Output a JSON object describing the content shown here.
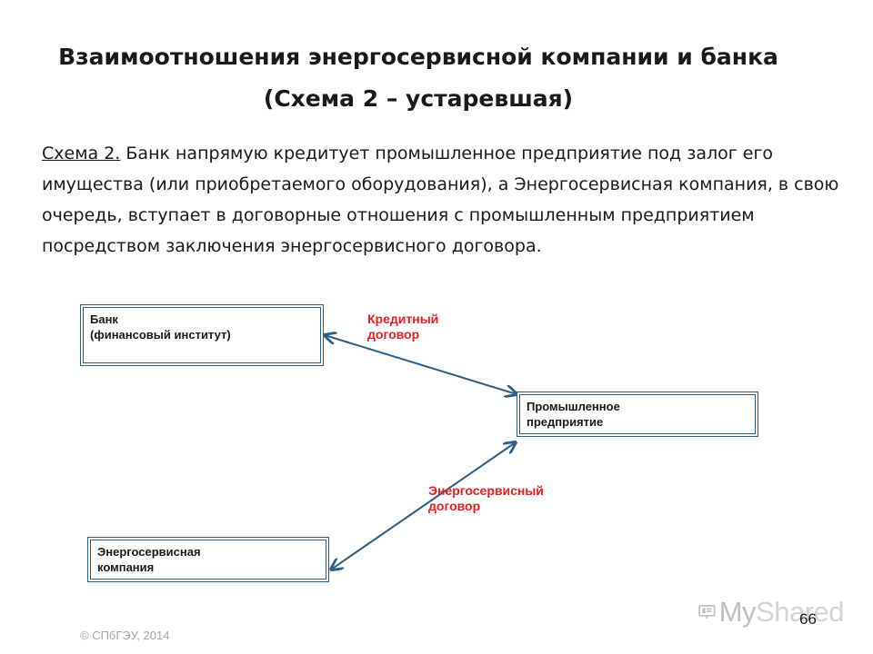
{
  "slide": {
    "title_line1": "Взаимоотношения энергосервисной компании и банка",
    "title_line2": "(Схема 2 – устаревшая)",
    "intro_label": "Схема 2.",
    "intro_text": " Банк напрямую кредитует промышленное предприятие под залог его имущества (или приобретаемого оборудования), а Энергосервисная компания, в свою очередь, вступает в договорные отношения с промышленным предприятием посредством заключения энергосервисного договора."
  },
  "diagram": {
    "nodes": {
      "bank": {
        "line1": "Банк",
        "line2": "(финансовый институт)"
      },
      "enterprise": {
        "line1": "Промышленное",
        "line2": "предприятие"
      },
      "esco": {
        "line1": "Энергосервисная",
        "line2": "компания"
      }
    },
    "edges": {
      "credit": {
        "line1": "Кредитный",
        "line2": "договор"
      },
      "energy": {
        "line1": "Энергосервисный",
        "line2": "договор"
      }
    },
    "colors": {
      "box_border": "#2e5f87",
      "arrow": "#2e5f87",
      "edge_label": "#e02020"
    }
  },
  "footer": {
    "copyright": "© СПбГЭУ, 2014",
    "page_number": "66",
    "watermark_a": "My",
    "watermark_b": "Shared"
  }
}
